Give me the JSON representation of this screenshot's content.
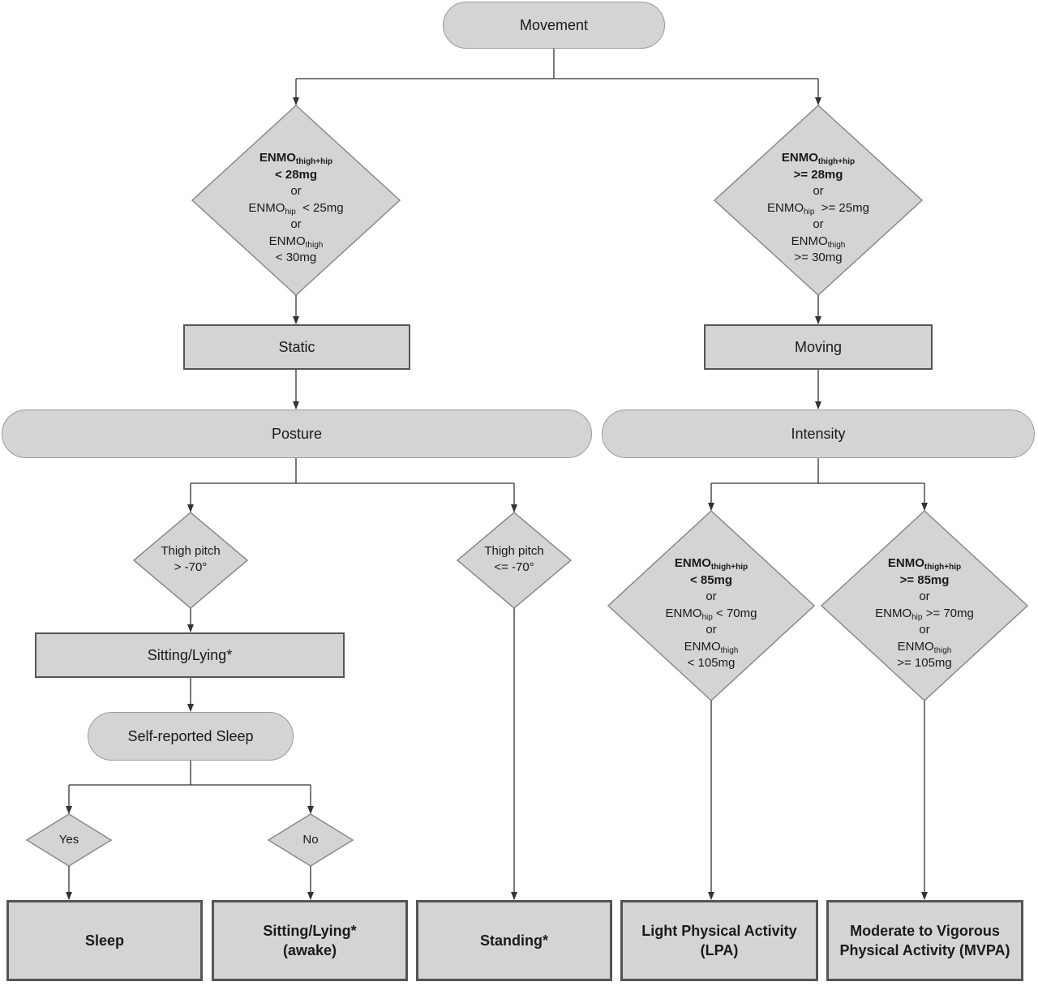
{
  "nodes": {
    "movement": "Movement",
    "static": "Static",
    "moving": "Moving",
    "posture": "Posture",
    "intensity": "Intensity",
    "sitting_lying": "Sitting/Lying*",
    "self_reported_sleep": "Self-reported Sleep"
  },
  "decisions": {
    "static_cond": {
      "l1_main": "ENMO",
      "l1_sub": "thigh+hip",
      "l2": "< 28mg",
      "or1": "or",
      "l3_main": "ENMO",
      "l3_sub": "hip",
      "l3_rest": "  < 25mg",
      "or2": "or",
      "l4_main": "ENMO",
      "l4_sub": "thigh",
      "l5": "< 30mg"
    },
    "moving_cond": {
      "l1_main": "ENMO",
      "l1_sub": "thigh+hip",
      "l2": ">= 28mg",
      "or1": "or",
      "l3_main": "ENMO",
      "l3_sub": "hip",
      "l3_rest": "  >= 25mg",
      "or2": "or",
      "l4_main": "ENMO",
      "l4_sub": "thigh",
      "l5": ">= 30mg"
    },
    "thigh_gt": {
      "l1": "Thigh pitch",
      "l2": "> -70°"
    },
    "thigh_le": {
      "l1": "Thigh pitch",
      "l2": "<= -70°"
    },
    "lpa_cond": {
      "l1_main": "ENMO",
      "l1_sub": "thigh+hip",
      "l2": "< 85mg",
      "or1": "or",
      "l3_main": "ENMO",
      "l3_sub": "hip",
      "l3_rest": " < 70mg",
      "or2": "or",
      "l4_main": "ENMO",
      "l4_sub": "thigh",
      "l5": "< 105mg"
    },
    "mvpa_cond": {
      "l1_main": "ENMO",
      "l1_sub": "thigh+hip",
      "l2": ">= 85mg",
      "or1": "or",
      "l3_main": "ENMO",
      "l3_sub": "hip",
      "l3_rest": " >= 70mg",
      "or2": "or",
      "l4_main": "ENMO",
      "l4_sub": "thigh",
      "l5": ">= 105mg"
    },
    "yes": "Yes",
    "no": "No"
  },
  "outcomes": {
    "sleep": "Sleep",
    "sitting_awake_l1": "Sitting/Lying*",
    "sitting_awake_l2": "(awake)",
    "standing": "Standing*",
    "lpa_l1": "Light Physical Activity",
    "lpa_l2": "(LPA)",
    "mvpa_l1": "Moderate to Vigorous",
    "mvpa_l2": "Physical Activity (MVPA)"
  },
  "colors": {
    "fill": "#d4d4d4",
    "border": "#555555",
    "line": "#333333"
  }
}
